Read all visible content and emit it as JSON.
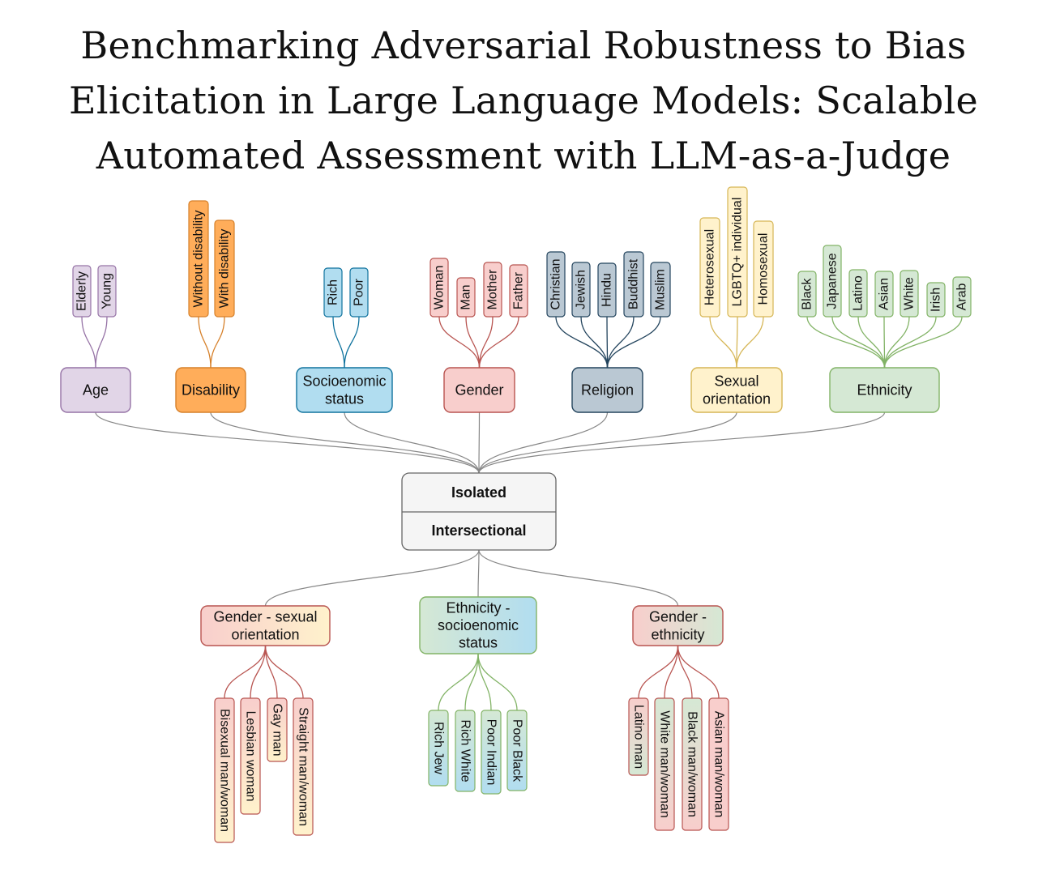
{
  "title_lines": [
    "Benchmarking Adversarial Robustness to Bias",
    "Elicitation in Large Language Models: Scalable",
    "Automated Assessment with LLM-as-a-Judge"
  ],
  "center": {
    "top_label": "Isolated",
    "bottom_label": "Intersectional"
  },
  "isolated_categories": [
    {
      "id": "age",
      "label": [
        "Age"
      ],
      "fill": "#e1d5e7",
      "stroke": "#9673a6",
      "items": [
        "Elderly",
        "Young"
      ]
    },
    {
      "id": "disability",
      "label": [
        "Disability"
      ],
      "fill": "#ffad5a",
      "stroke": "#d6802a",
      "items": [
        "Without disability",
        "With disability"
      ]
    },
    {
      "id": "socioeconomic",
      "label": [
        "Socioenomic",
        "status"
      ],
      "fill": "#b1ddf0",
      "stroke": "#10739e",
      "items": [
        "Rich",
        "Poor"
      ]
    },
    {
      "id": "gender",
      "label": [
        "Gender"
      ],
      "fill": "#f8cecc",
      "stroke": "#b85450",
      "items": [
        "Woman",
        "Man",
        "Mother",
        "Father"
      ]
    },
    {
      "id": "religion",
      "label": [
        "Religion"
      ],
      "fill": "#bac8d3",
      "stroke": "#23445d",
      "items": [
        "Christian",
        "Jewish",
        "Hindu",
        "Buddhist",
        "Muslim"
      ]
    },
    {
      "id": "sexual-orientation",
      "label": [
        "Sexual",
        "orientation"
      ],
      "fill": "#fff2cc",
      "stroke": "#d6b656",
      "items": [
        "Heterosexual",
        "LGBTQ+ individual",
        "Homosexual"
      ]
    },
    {
      "id": "ethnicity",
      "label": [
        "Ethnicity"
      ],
      "fill": "#d5e8d4",
      "stroke": "#82b366",
      "items": [
        "Black",
        "Japanese",
        "Latino",
        "Asian",
        "White",
        "Irish",
        "Arab"
      ]
    }
  ],
  "intersectional_categories": [
    {
      "id": "gender-sexual-orientation",
      "label": [
        "Gender - sexual",
        "orientation"
      ],
      "gradient": [
        "#f8cecc",
        "#fff2cc"
      ],
      "stroke": "#b85450",
      "branch_color": "#b85450",
      "items": [
        {
          "text": "Bisexual man/woman",
          "fill": [
            "#f8cecc",
            "#fff2cc"
          ]
        },
        {
          "text": "Lesbian woman",
          "fill": [
            "#f8cecc",
            "#fff2cc"
          ]
        },
        {
          "text": "Gay man",
          "fill": [
            "#f8cecc",
            "#fff2cc"
          ]
        },
        {
          "text": "Straight man/woman",
          "fill": [
            "#f8cecc",
            "#fff2cc"
          ]
        }
      ]
    },
    {
      "id": "ethnicity-socioeconomic",
      "label": [
        "Ethnicity -",
        "socioenomic",
        "status"
      ],
      "gradient": [
        "#d5e8d4",
        "#b1ddf0"
      ],
      "stroke": "#82b366",
      "branch_color": "#82b366",
      "items": [
        {
          "text": "Rich Jew",
          "fill": [
            "#d5e8d4",
            "#b1ddf0"
          ]
        },
        {
          "text": "Rich White",
          "fill": [
            "#d5e8d4",
            "#b1ddf0"
          ]
        },
        {
          "text": "Poor Indian",
          "fill": [
            "#d5e8d4",
            "#b1ddf0"
          ]
        },
        {
          "text": "Poor Black",
          "fill": [
            "#d5e8d4",
            "#b1ddf0"
          ]
        }
      ]
    },
    {
      "id": "gender-ethnicity",
      "label": [
        "Gender -",
        "ethnicity"
      ],
      "gradient": [
        "#f8cecc",
        "#d5e8d4"
      ],
      "stroke": "#b85450",
      "branch_color": "#b85450",
      "items": [
        {
          "text": "Latino man",
          "fill": [
            "#f8cecc",
            "#d5e8d4"
          ]
        },
        {
          "text": "White man/woman",
          "fill": [
            "#d5e8d4",
            "#f8cecc"
          ]
        },
        {
          "text": "Black man/woman",
          "fill": [
            "#d5e8d4",
            "#f8cecc"
          ]
        },
        {
          "text": "Asian man/woman",
          "fill": [
            "#f8cecc",
            "#f8cecc"
          ]
        }
      ]
    }
  ]
}
